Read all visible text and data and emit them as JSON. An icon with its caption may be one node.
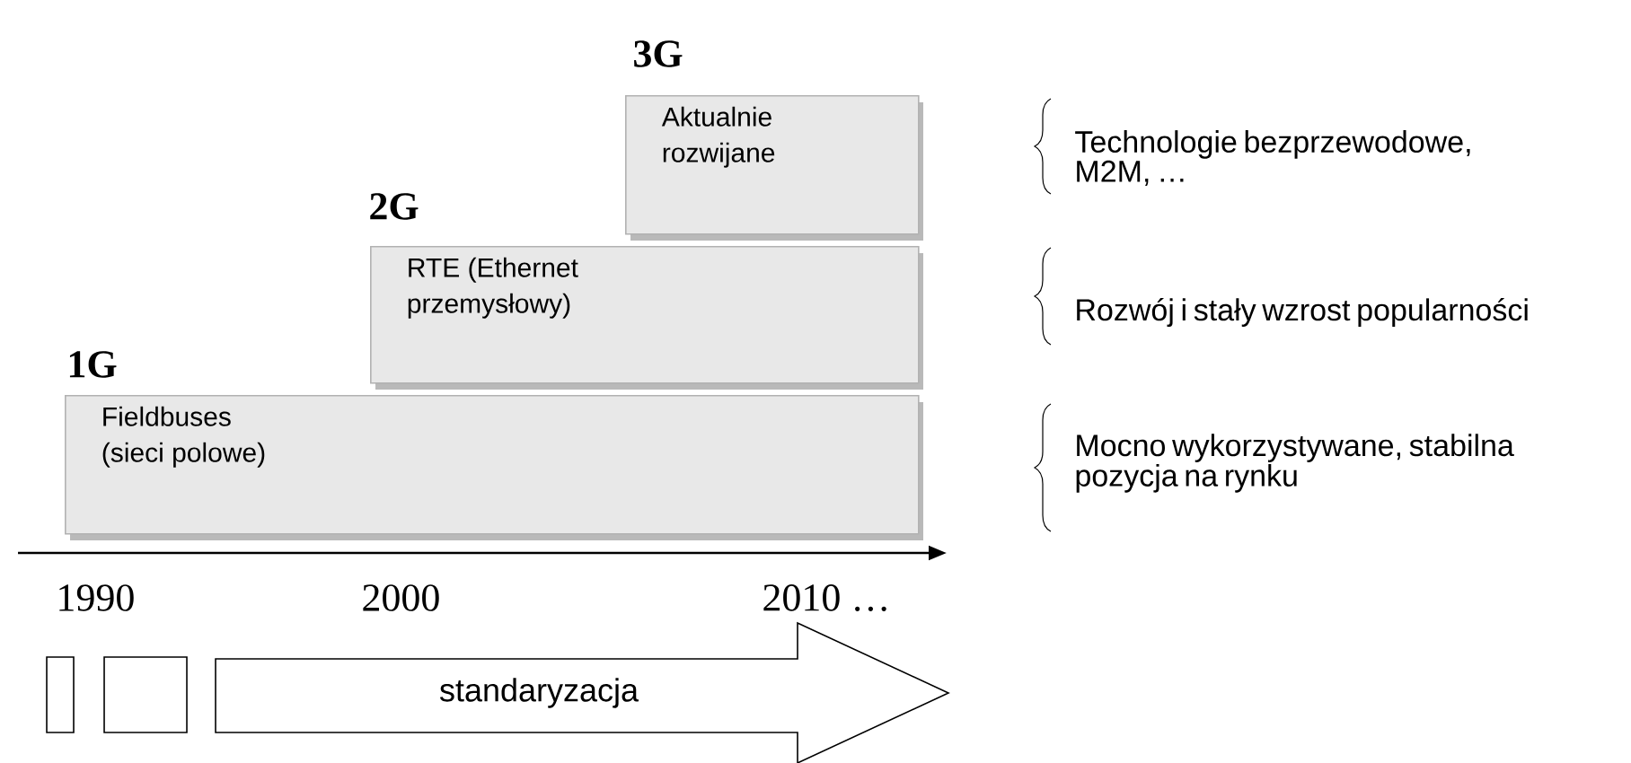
{
  "diagram": {
    "nodes": [
      {
        "text": [
          "3G",
          "Aktualnie rozwijane"
        ]
      },
      {
        "text": [
          "2G",
          "RTE (Ethernet przemysłowy)"
        ]
      },
      {
        "text": [
          "1G",
          "Fieldbuses (sieci polowe)"
        ]
      },
      {
        "text": [],
        "shape": "box"
      },
      {
        "text": [],
        "shape": "box"
      },
      {
        "text": [
          "standaryzacja"
        ]
      }
    ],
    "labels": [
      "Technologie bezprzewodowe, M2M, …",
      "Rozwój i stały wzrost popularności",
      "Mocno wykorzystywane, stabilna pozycja na rynku",
      "1990",
      "2000",
      "2010 …"
    ]
  }
}
